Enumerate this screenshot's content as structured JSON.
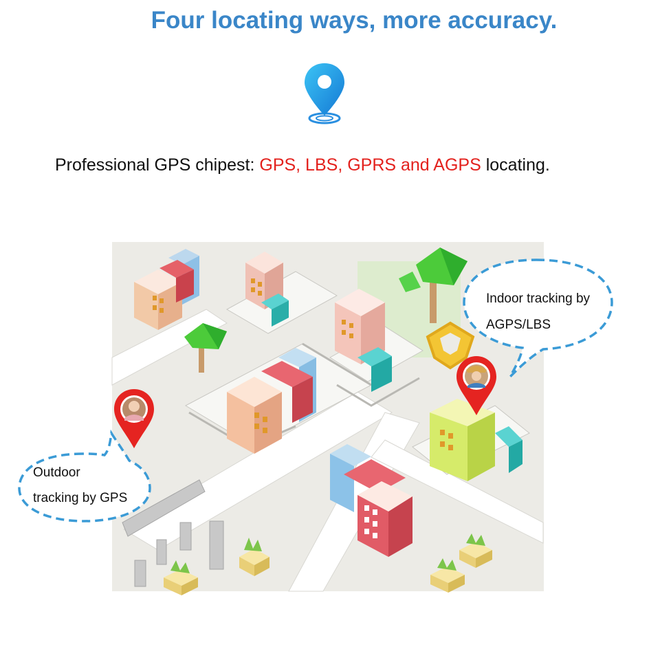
{
  "headline": "Four locating ways, more accuracy.",
  "subline": {
    "prefix": "Professional GPS chipest: ",
    "methods": "GPS, LBS, GPRS and AGPS",
    "suffix": " locating."
  },
  "bubbles": {
    "indoor": {
      "line1": "Indoor tracking by",
      "line2": "AGPS/LBS"
    },
    "outdoor": {
      "line1": "Outdoor",
      "line2": "tracking by GPS"
    }
  },
  "colors": {
    "headline": "#3a86c8",
    "highlight": "#e3211d",
    "bubble_dash": "#3b9bd6",
    "pin_red": "#e52421",
    "pin_blue": "#1a9be0",
    "geofence": "#f3c534"
  },
  "icons": [
    "location-pin-icon",
    "geofence-icon",
    "tree-icon",
    "plant-icon"
  ]
}
